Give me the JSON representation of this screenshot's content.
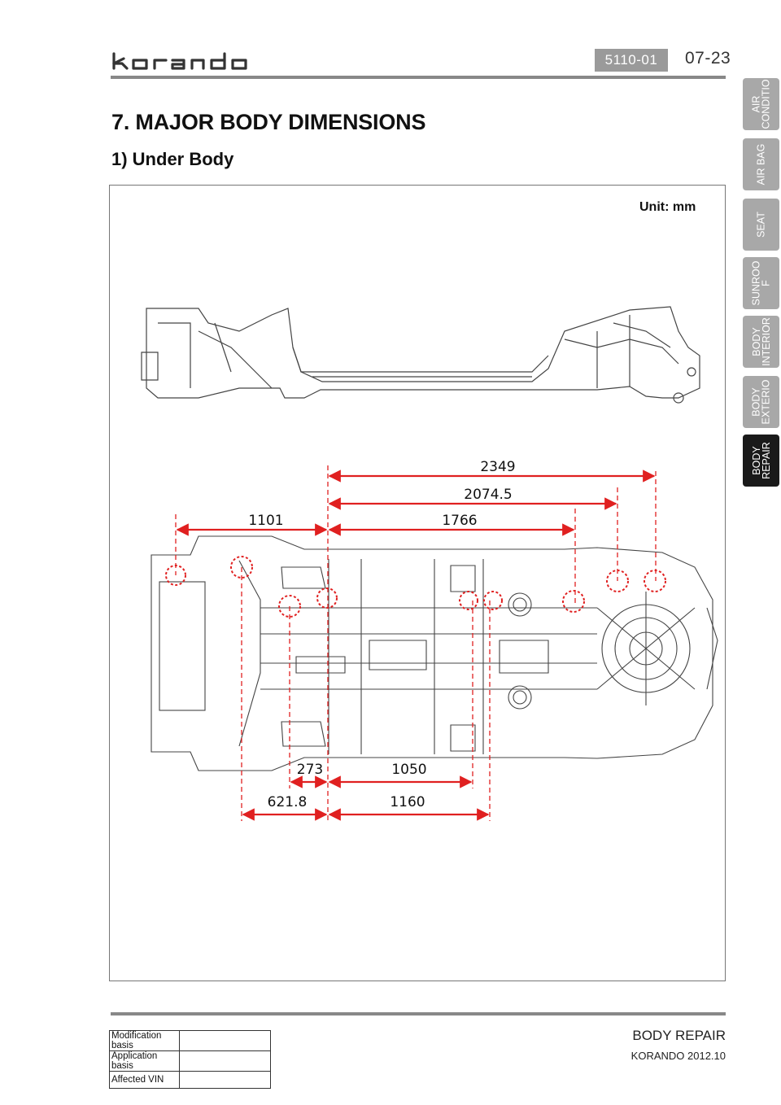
{
  "header": {
    "logo_text": "korando",
    "section_code": "5110-01",
    "page_number": "07-23"
  },
  "content": {
    "title": "7. MAJOR BODY DIMENSIONS",
    "subtitle": "1) Under Body",
    "unit": "Unit: mm",
    "dimensions": {
      "d2349": "2349",
      "d2074": "2074.5",
      "d1101": "1101",
      "d1766": "1766",
      "d273": "273",
      "d1050": "1050",
      "d621": "621.8",
      "d1160": "1160"
    }
  },
  "side_tabs": [
    {
      "label": "AIR\nCONDITIO"
    },
    {
      "label": "AIR BAG"
    },
    {
      "label": "SEAT"
    },
    {
      "label": "SUNROO\nF"
    },
    {
      "label": "BODY\nINTERIOR"
    },
    {
      "label": "BODY\nEXTERIO"
    },
    {
      "label": "BODY\nREPAIR"
    }
  ],
  "footer": {
    "section_title": "BODY REPAIR",
    "model": "KORANDO 2012.10",
    "table": [
      {
        "label": "Modification basis",
        "value": ""
      },
      {
        "label": "Application basis",
        "value": ""
      },
      {
        "label": "Affected VIN",
        "value": ""
      }
    ]
  },
  "colors": {
    "dimension_red": "#e02020",
    "tab_inactive": "#a8a8a8",
    "tab_active": "#1a1a1a"
  }
}
